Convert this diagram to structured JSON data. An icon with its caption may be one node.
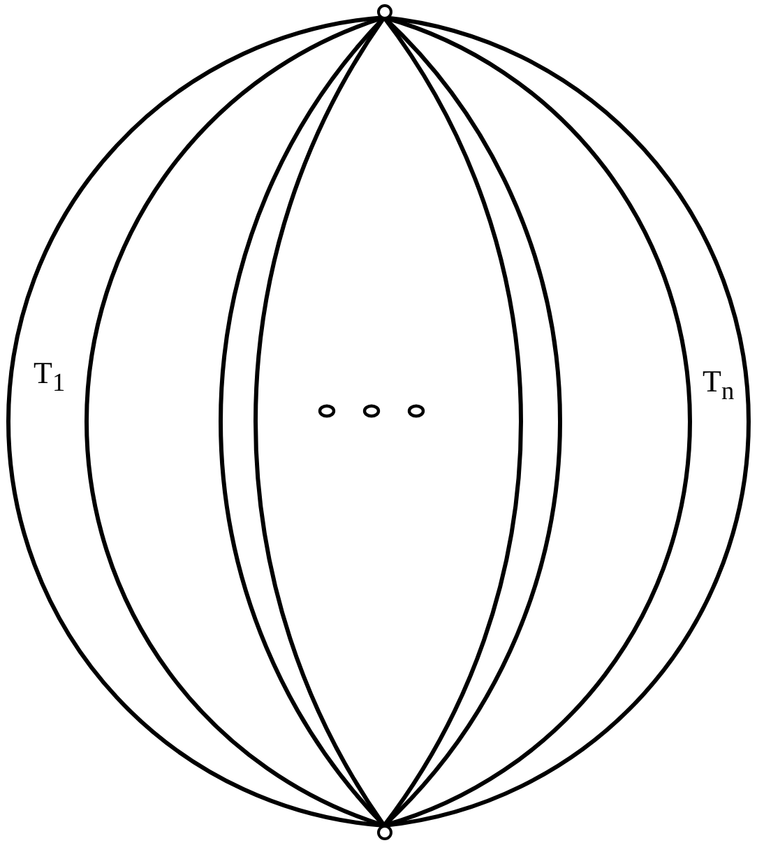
{
  "diagram": {
    "nodes": [
      {
        "text": [],
        "shape": "circle"
      },
      {
        "text": [],
        "shape": "circle"
      }
    ],
    "edges": [
      {
        "from": 0,
        "to": 1,
        "arrow": "none"
      },
      {
        "from": 0,
        "to": 1,
        "arrow": "none"
      },
      {
        "from": 0,
        "to": 1,
        "arrow": "none"
      },
      {
        "from": 0,
        "to": 1,
        "arrow": "none"
      },
      {
        "from": 0,
        "to": 1,
        "arrow": "none"
      },
      {
        "from": 0,
        "to": 1,
        "arrow": "none"
      },
      {
        "from": 0,
        "to": 1,
        "arrow": "none"
      },
      {
        "from": 0,
        "to": 1,
        "arrow": "none"
      }
    ],
    "labels": [
      "T$_{1}$",
      "T$_{n}$"
    ]
  }
}
